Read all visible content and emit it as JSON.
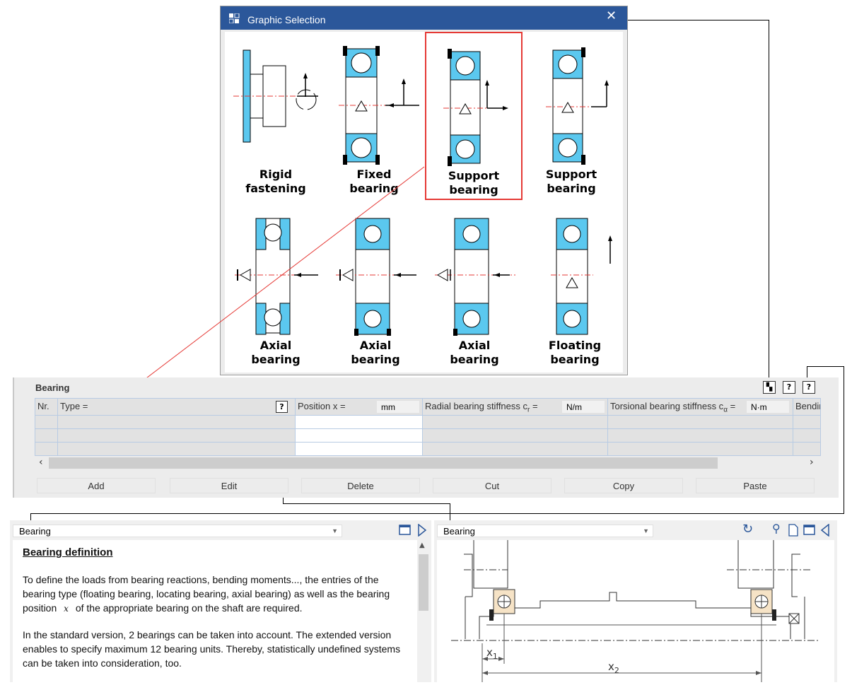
{
  "dialog": {
    "title": "Graphic Selection",
    "close_glyph": "✕",
    "options": [
      {
        "line1": "Rigid",
        "line2": "fastening",
        "selected": false
      },
      {
        "line1": "Fixed",
        "line2": "bearing",
        "selected": false
      },
      {
        "line1": "Support",
        "line2": "bearing",
        "selected": true
      },
      {
        "line1": "Support",
        "line2": "bearing",
        "selected": false
      },
      {
        "line1": "Axial",
        "line2": "bearing",
        "selected": false
      },
      {
        "line1": "Axial",
        "line2": "bearing",
        "selected": false
      },
      {
        "line1": "Axial",
        "line2": "bearing",
        "selected": false
      },
      {
        "line1": "Floating",
        "line2": "bearing",
        "selected": false
      }
    ]
  },
  "bearing_panel": {
    "title": "Bearing",
    "columns": {
      "nr": "Nr.",
      "type": "Type =",
      "position": "Position x =",
      "position_unit": "mm",
      "radial_a": "Radial bearing stiffness c",
      "radial_sub": "r",
      "radial_b": " =",
      "radial_unit": "N/m",
      "torsional_a": "Torsional bearing stiffness c",
      "torsional_sub": "α",
      "torsional_b": " =",
      "torsional_unit": "N·m",
      "bending": "Bendin"
    },
    "buttons": {
      "add": "Add",
      "edit": "Edit",
      "delete": "Delete",
      "cut": "Cut",
      "copy": "Copy",
      "paste": "Paste"
    }
  },
  "help_panel": {
    "selector_value": "Bearing",
    "heading": "Bearing definition",
    "para1_a": "To define the loads from bearing reactions, bending moments..., the entries of the bearing type (floating bearing, locating bearing, axial bearing) as well as the bearing position",
    "para1_var": "x",
    "para1_b": "of the appropriate bearing on the shaft are required.",
    "para2": "In the standard version, 2 bearings can be taken into account. The extended version enables to specify maximum 12 bearing units. Thereby, statistically undefined systems can be taken into consideration, too."
  },
  "drawing_panel": {
    "selector_value": "Bearing",
    "dim1_label": "x",
    "dim1_sub": "1",
    "dim2_label": "x",
    "dim2_sub": "2"
  },
  "colors": {
    "titlebar": "#2b579a",
    "bearing_fill": "#5bc8ef",
    "highlight": "#e53935"
  }
}
